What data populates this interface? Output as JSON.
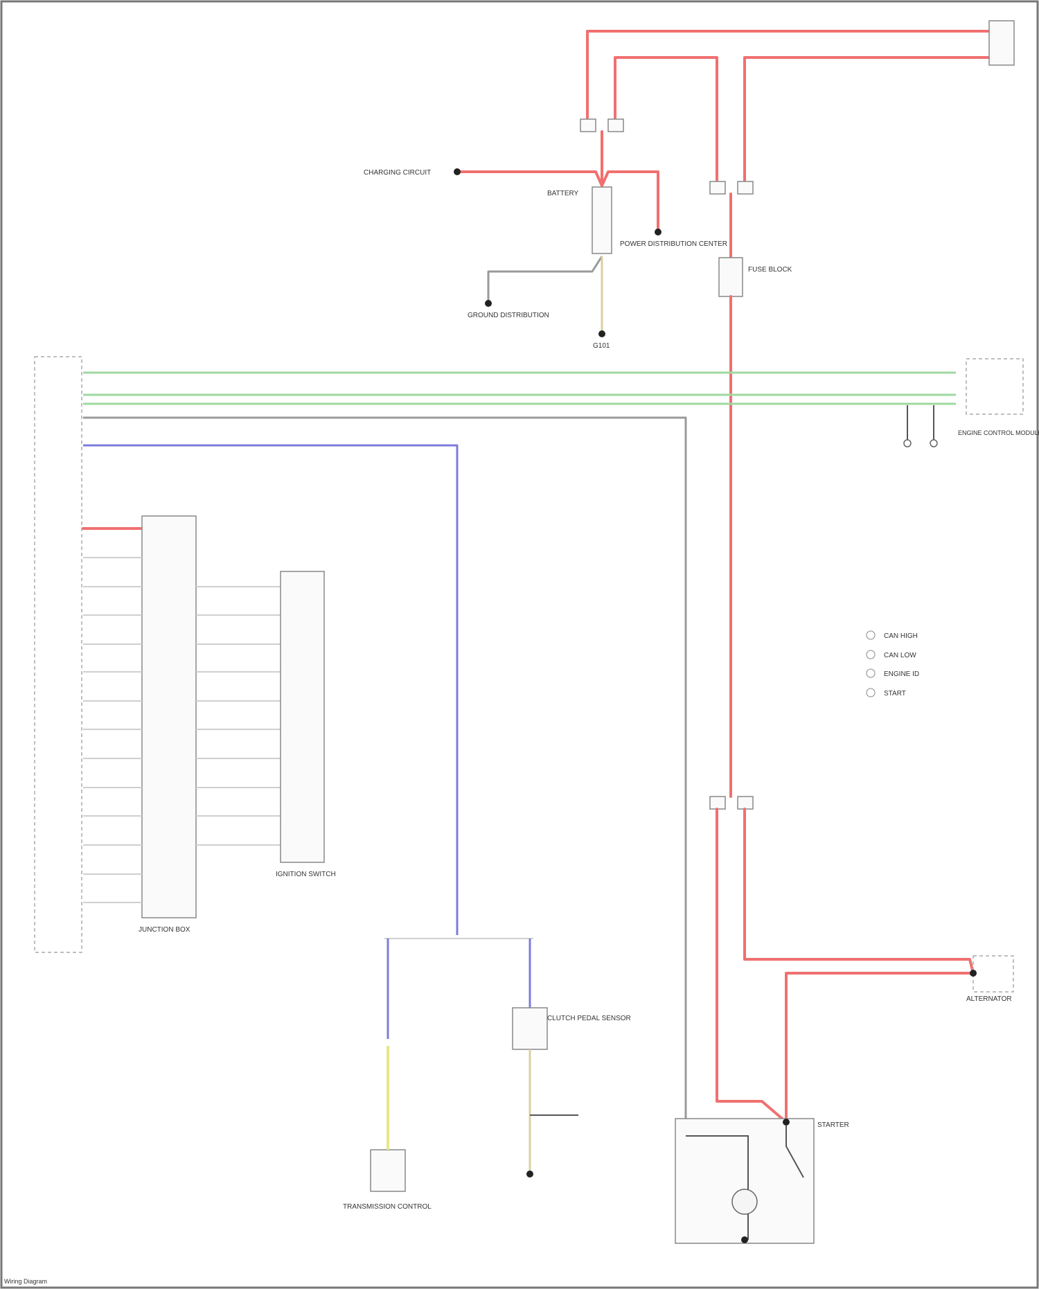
{
  "components": {
    "battery": "BATTERY",
    "power_distribution": "POWER DISTRIBUTION CENTER",
    "junction_box": "JUNCTION BOX",
    "ignition_switch": "IGNITION SWITCH",
    "starter": "STARTER",
    "alternator": "ALTERNATOR",
    "engine_control_module": "ENGINE CONTROL MODULE",
    "transmission_control": "TRANSMISSION CONTROL",
    "clutch_sensor": "CLUTCH PEDAL SENSOR",
    "fuse_block": "FUSE BLOCK",
    "charging_circuit": "CHARGING CIRCUIT",
    "grounding_circuit": "GROUND DISTRIBUTION",
    "ground_label": "G101"
  },
  "legend": {
    "items": [
      "CAN HIGH",
      "CAN LOW",
      "ENGINE ID",
      "START"
    ]
  },
  "wires": {
    "red": "RED",
    "blu": "BLU",
    "wht": "WHT",
    "blk": "BLK",
    "grn": "GRN",
    "yel": "YEL",
    "gry": "GRY"
  },
  "footer": "Wiring Diagram",
  "colors": {
    "red_wire": "#f07070",
    "green_wire": "#9fd99f",
    "blue_wire": "#7c7cdc",
    "gray_wire": "#9a9a9a",
    "yellow_wire": "#e6e68a"
  }
}
